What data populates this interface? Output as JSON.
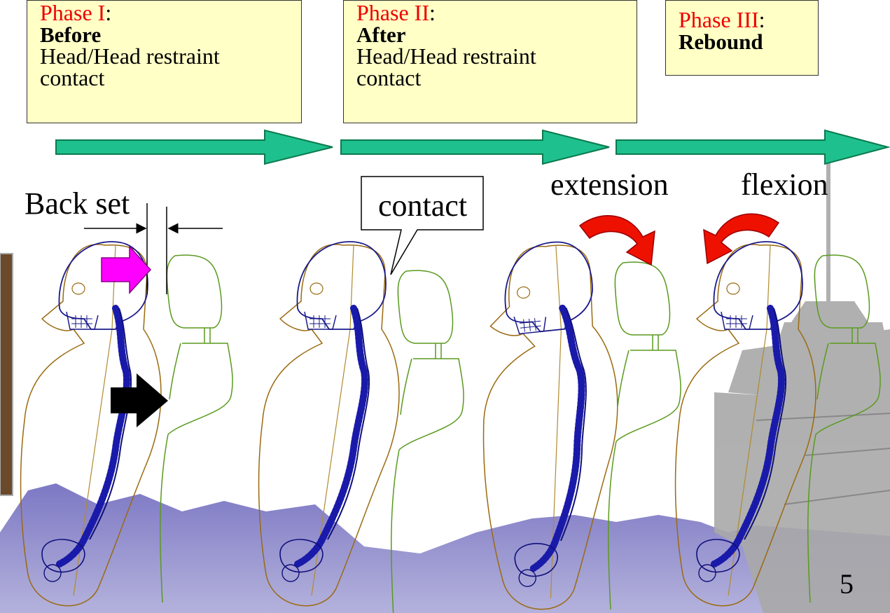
{
  "phases": [
    {
      "title": "Phase I",
      "state": "Before",
      "desc_line1": "Head/Head restraint",
      "desc_line2": "contact"
    },
    {
      "title": "Phase II",
      "state": "After",
      "desc_line1": "Head/Head restraint",
      "desc_line2": "contact"
    },
    {
      "title": "Phase III",
      "state": "Rebound"
    }
  ],
  "labels": {
    "back_set": "Back set",
    "contact": "contact",
    "extension": "extension",
    "flexion": "flexion"
  },
  "page_number": "5",
  "colors": {
    "phase_box_fill": "#ffffc6",
    "phase_title": "#ee0000",
    "timeline_arrow": "#1ec08e",
    "rotation_arrow": "#ee1100",
    "head_force_arrow": "#ff00ff",
    "torso_force_arrow": "#000000",
    "head_restraint_outline": "#5a9a1e",
    "body_outline": "#9a6a10",
    "spine": "#1a1aaa"
  },
  "icons": [
    "head-force-arrow-icon",
    "torso-force-arrow-icon",
    "extension-arrow-icon",
    "flexion-arrow-icon"
  ]
}
